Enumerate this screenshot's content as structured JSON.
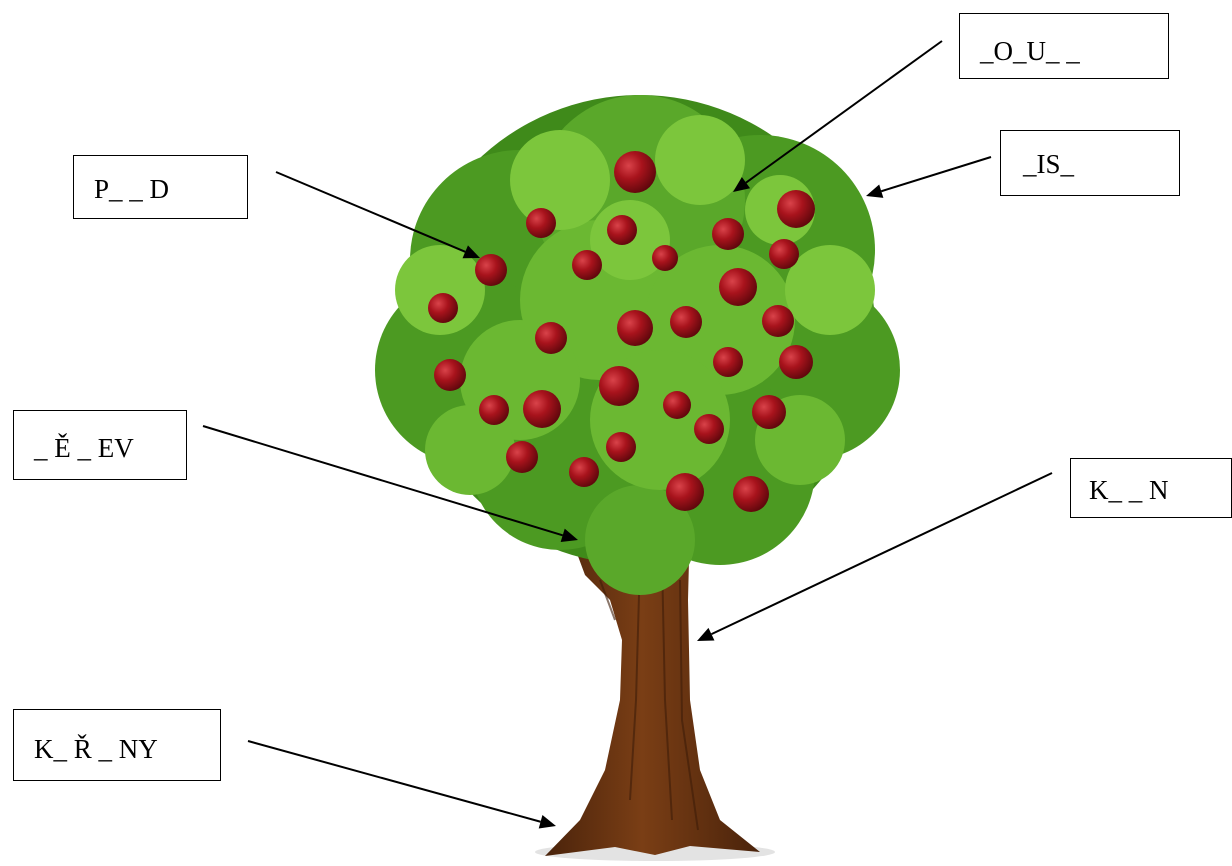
{
  "labels": {
    "plod": "P_ _ D",
    "ovoce": "_O_U_ _",
    "list": "_IS_",
    "vetev": "_ Ě _ EV",
    "kmen": "K_ _ N",
    "koreny": "K_ Ř _ NY"
  },
  "colors": {
    "foliage_dark": "#3f8a1a",
    "foliage_mid": "#5aa82a",
    "foliage_light": "#7cc63c",
    "apple": "#8b0d16",
    "apple_highlight": "#d9434a",
    "trunk": "#6b3512",
    "trunk_dark": "#4a230b",
    "arrow": "#000000"
  },
  "icons": [
    "apple-tree-illustration",
    "arrow"
  ]
}
